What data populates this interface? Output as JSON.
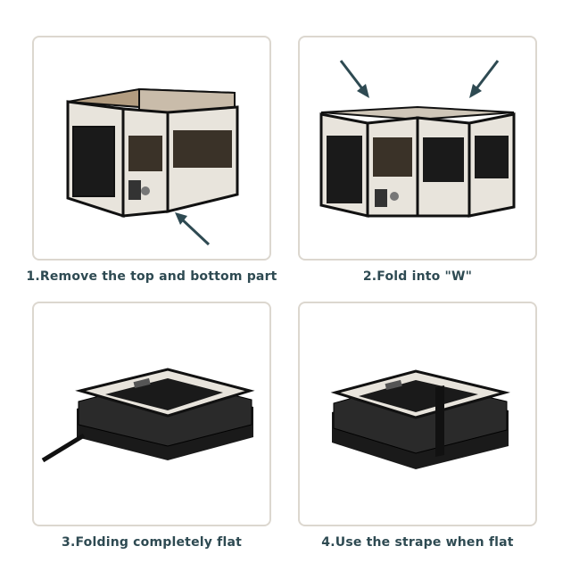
{
  "steps": [
    {
      "caption": "1.Remove the top and bottom part"
    },
    {
      "caption": "2.Fold into \"W\""
    },
    {
      "caption": "3.Folding completely flat"
    },
    {
      "caption": "4.Use the strape when flat"
    }
  ],
  "colors": {
    "panel_border": "#dcd7cf",
    "caption_text": "#2e4a52",
    "arrow": "#2e4a52",
    "fabric_beige": "#e8e4dc",
    "fabric_brown": "#a08c72",
    "mesh": "#1a1a1a",
    "frame": "#111111"
  }
}
